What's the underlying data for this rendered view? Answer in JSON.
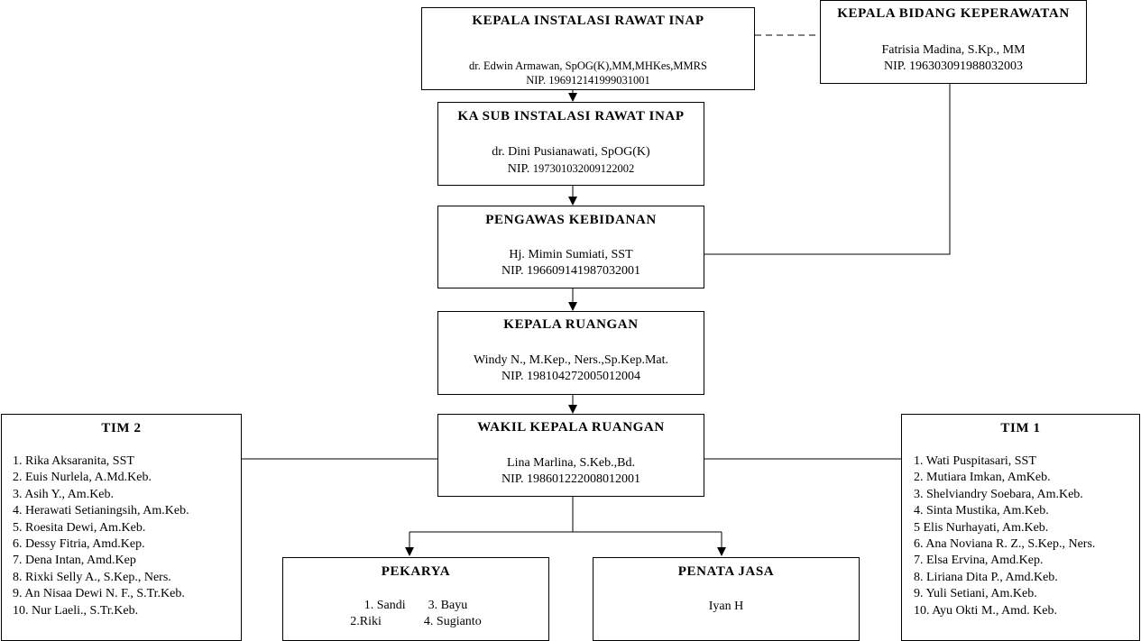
{
  "kepala_instalasi": {
    "title": "KEPALA INSTALASI RAWAT INAP",
    "name": "dr. Edwin Armawan, SpOG(K),MM,MHKes,MMRS",
    "nip": "NIP. 196912141999031001"
  },
  "kepala_bidang": {
    "title": "KEPALA BIDANG KEPERAWATAN",
    "name": "Fatrisia Madina, S.Kp., MM",
    "nip": "NIP. 196303091988032003"
  },
  "ka_sub_instalasi": {
    "title": "KA SUB INSTALASI RAWAT INAP",
    "name": "dr. Dini Pusianawati, SpOG(K)",
    "nip_label": "NIP.",
    "nip_number": "197301032009122002"
  },
  "pengawas": {
    "title": "PENGAWAS KEBIDANAN",
    "name": "Hj. Mimin  Sumiati, SST",
    "nip": "NIP. 196609141987032001"
  },
  "kepala_ruangan": {
    "title": "KEPALA RUANGAN",
    "name": "Windy N., M.Kep., Ners.,Sp.Kep.Mat.",
    "nip": "NIP. 198104272005012004"
  },
  "wakil": {
    "title": "WAKIL KEPALA RUANGAN",
    "name": "Lina Marlina, S.Keb.,Bd.",
    "nip": "NIP. 198601222008012001"
  },
  "tim2": {
    "title": "TIM 2",
    "members": [
      "1. Rika Aksaranita, SST",
      "2. Euis Nurlela, A.Md.Keb.",
      "3. Asih Y., Am.Keb.",
      "4. Herawati Setianingsih, Am.Keb.",
      "5. Roesita Dewi, Am.Keb.",
      "6. Dessy Fitria, Amd.Kep.",
      "7. Dena Intan, Amd.Kep",
      "8.  Rixki Selly A., S.Kep., Ners.",
      "9. An Nisaa Dewi N. F., S.Tr.Keb.",
      "10. Nur Laeli., S.Tr.Keb."
    ]
  },
  "tim1": {
    "title": "TIM 1",
    "members": [
      "1. Wati Puspitasari, SST",
      "2. Mutiara Imkan, AmKeb.",
      "3. Shelviandry Soebara, Am.Keb.",
      "4. Sinta Mustika, Am.Keb.",
      "5 Elis Nurhayati, Am.Keb.",
      "6. Ana Noviana R. Z., S.Kep., Ners.",
      "7. Elsa Ervina, Amd.Kep.",
      "8.  Liriana Dita P., Amd.Keb.",
      "9. Yuli Setiani, Am.Keb.",
      "10. Ayu Okti M., Amd. Keb."
    ]
  },
  "pekarya": {
    "title": "PEKARYA",
    "row1_left": "1. Sandi",
    "row1_right": "3. Bayu",
    "row2_left": "2.Riki",
    "row2_right": "4. Sugianto"
  },
  "penata_jasa": {
    "title": "PENATA JASA",
    "name": "Iyan H"
  }
}
